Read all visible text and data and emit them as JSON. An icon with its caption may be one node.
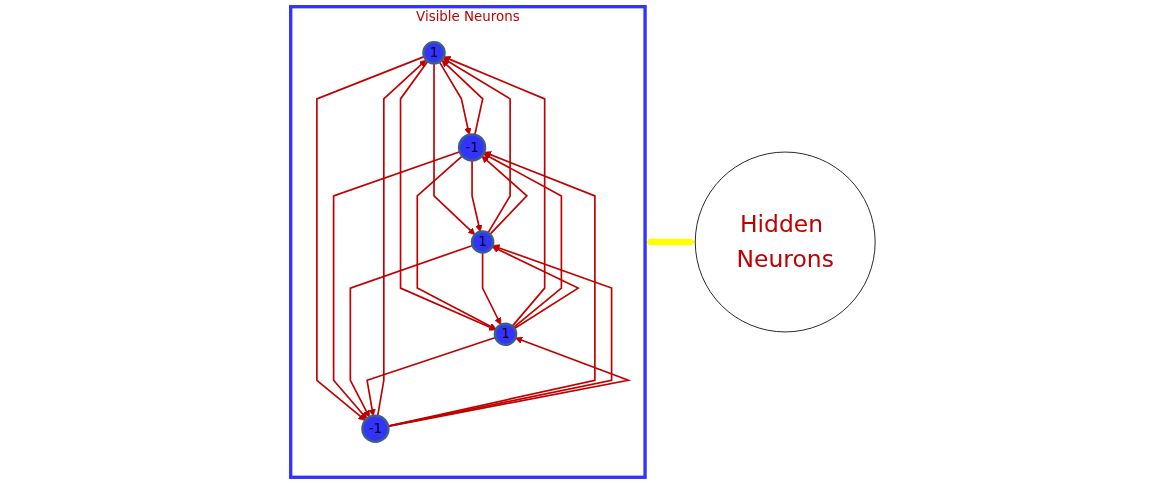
{
  "diagram": {
    "nodes": [
      {
        "text": [
          "Visible Neurons"
        ]
      },
      {
        "text": [
          "1"
        ],
        "in": 0
      },
      {
        "text": [
          "-1"
        ],
        "in": 0
      },
      {
        "text": [
          "1"
        ],
        "in": 0
      },
      {
        "text": [
          "1"
        ],
        "in": 0
      },
      {
        "text": [
          "-1"
        ],
        "in": 0
      },
      {
        "text": [
          "Hidden Neurons"
        ]
      }
    ],
    "edges": [
      {
        "from": 1,
        "to": 2,
        "arrow": "to"
      },
      {
        "from": 2,
        "to": 1,
        "arrow": "to"
      },
      {
        "from": 1,
        "to": 3,
        "arrow": "to"
      },
      {
        "from": 3,
        "to": 1,
        "arrow": "to"
      },
      {
        "from": 1,
        "to": 4,
        "arrow": "to"
      },
      {
        "from": 4,
        "to": 1,
        "arrow": "to"
      },
      {
        "from": 1,
        "to": 5,
        "arrow": "to"
      },
      {
        "from": 5,
        "to": 1,
        "arrow": "to"
      },
      {
        "from": 2,
        "to": 3,
        "arrow": "to"
      },
      {
        "from": 3,
        "to": 2,
        "arrow": "to"
      },
      {
        "from": 2,
        "to": 4,
        "arrow": "to"
      },
      {
        "from": 4,
        "to": 2,
        "arrow": "to"
      },
      {
        "from": 2,
        "to": 5,
        "arrow": "to"
      },
      {
        "from": 5,
        "to": 2,
        "arrow": "to"
      },
      {
        "from": 3,
        "to": 4,
        "arrow": "to"
      },
      {
        "from": 4,
        "to": 3,
        "arrow": "to"
      },
      {
        "from": 3,
        "to": 5,
        "arrow": "to"
      },
      {
        "from": 5,
        "to": 3,
        "arrow": "to"
      },
      {
        "from": 4,
        "to": 5,
        "arrow": "to"
      },
      {
        "from": 5,
        "to": 4,
        "arrow": "to"
      },
      {
        "from": 0,
        "to": 6,
        "arrow": "both",
        "style": "thick",
        "color": "#ffff00"
      }
    ]
  }
}
